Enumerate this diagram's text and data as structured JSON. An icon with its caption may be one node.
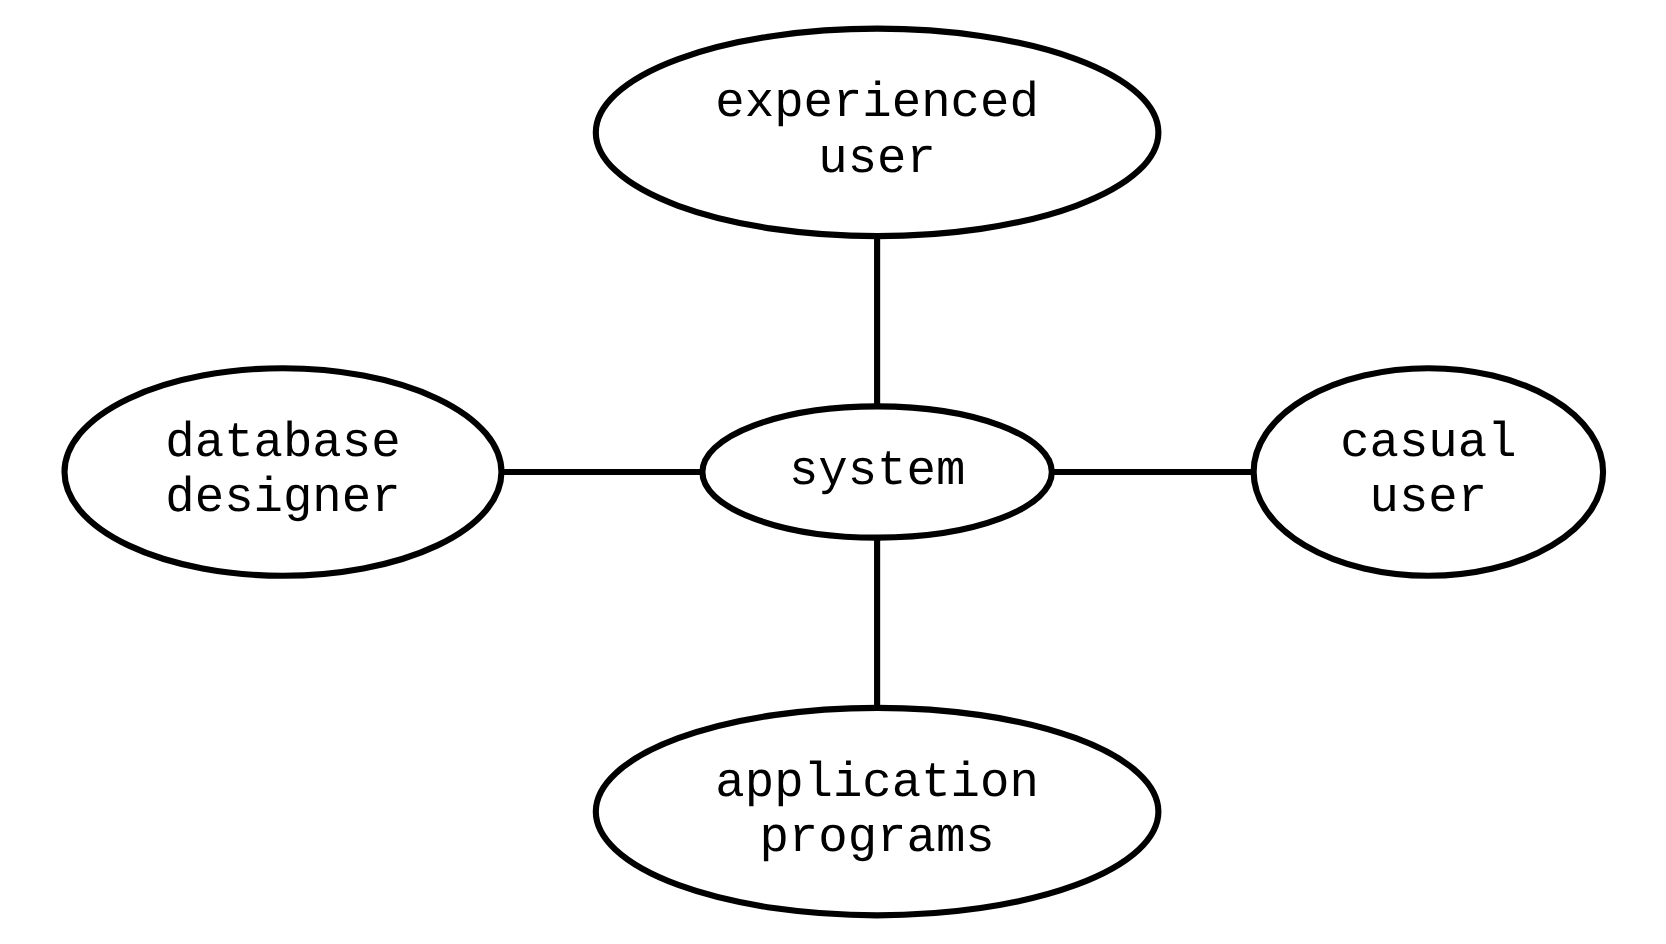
{
  "diagram": {
    "nodes": [
      {
        "text": [
          "experienced user"
        ]
      },
      {
        "text": [
          "database designer"
        ]
      },
      {
        "text": [
          "system"
        ]
      },
      {
        "text": [
          "casual user"
        ]
      },
      {
        "text": [
          "application programs"
        ]
      }
    ],
    "edges": [
      {
        "from": 0,
        "to": 2,
        "arrow": "none"
      },
      {
        "from": 1,
        "to": 2,
        "arrow": "none"
      },
      {
        "from": 2,
        "to": 3,
        "arrow": "none"
      },
      {
        "from": 2,
        "to": 4,
        "arrow": "none"
      }
    ]
  }
}
